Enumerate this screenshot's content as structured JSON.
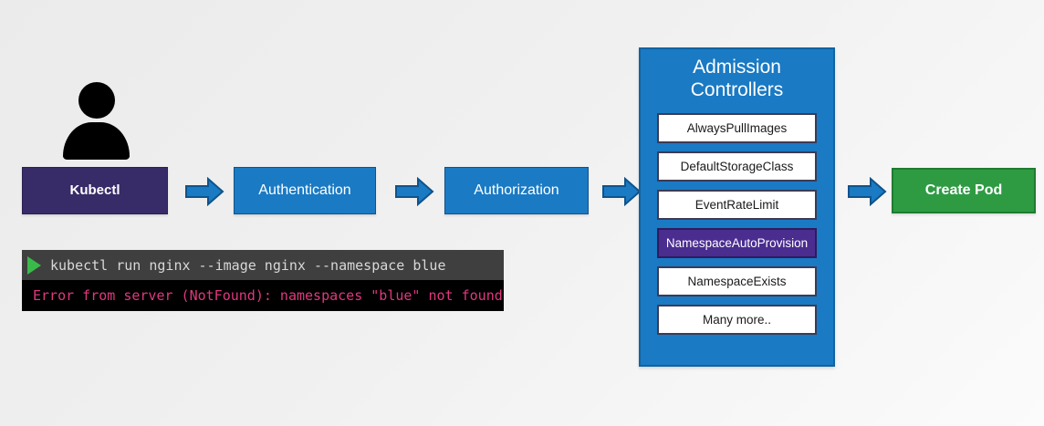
{
  "diagram": {
    "title": "Kubernetes API request flow with Admission Controllers",
    "background_color": "#efefef"
  },
  "actor": {
    "icon": "person-icon",
    "label": ""
  },
  "flow": {
    "arrow_icon": "right-arrow-icon",
    "steps": [
      {
        "id": "kubectl",
        "label": "Kubectl",
        "bg": "#372b68",
        "text": "#ffffff",
        "bold": true
      },
      {
        "id": "authentication",
        "label": "Authentication",
        "bg": "#1a7ac4",
        "text": "#ffffff",
        "bold": false
      },
      {
        "id": "authorization",
        "label": "Authorization",
        "bg": "#1a7ac4",
        "text": "#ffffff",
        "bold": false
      },
      {
        "id": "create-pod",
        "label": "Create Pod",
        "bg": "#2e9b43",
        "text": "#ffffff",
        "bold": true
      }
    ]
  },
  "admission": {
    "title_line1": "Admission",
    "title_line2": "Controllers",
    "panel_color": "#1a7ac4",
    "highlight_color": "#4a2d8f",
    "items": [
      {
        "label": "AlwaysPullImages",
        "highlighted": false
      },
      {
        "label": "DefaultStorageClass",
        "highlighted": false
      },
      {
        "label": "EventRateLimit",
        "highlighted": false
      },
      {
        "label": "NamespaceAutoProvision",
        "highlighted": true
      },
      {
        "label": "NamespaceExists",
        "highlighted": false
      },
      {
        "label": "Many more..",
        "highlighted": false
      }
    ]
  },
  "terminal": {
    "prompt_icon": "play-triangle-icon",
    "command": "kubectl run nginx --image nginx --namespace blue",
    "error": "Error from server (NotFound): namespaces \"blue\" not found",
    "command_bg": "#3f3f3f",
    "error_bg": "#000000",
    "error_color": "#e0387f",
    "prompt_color": "#3aba4a"
  }
}
